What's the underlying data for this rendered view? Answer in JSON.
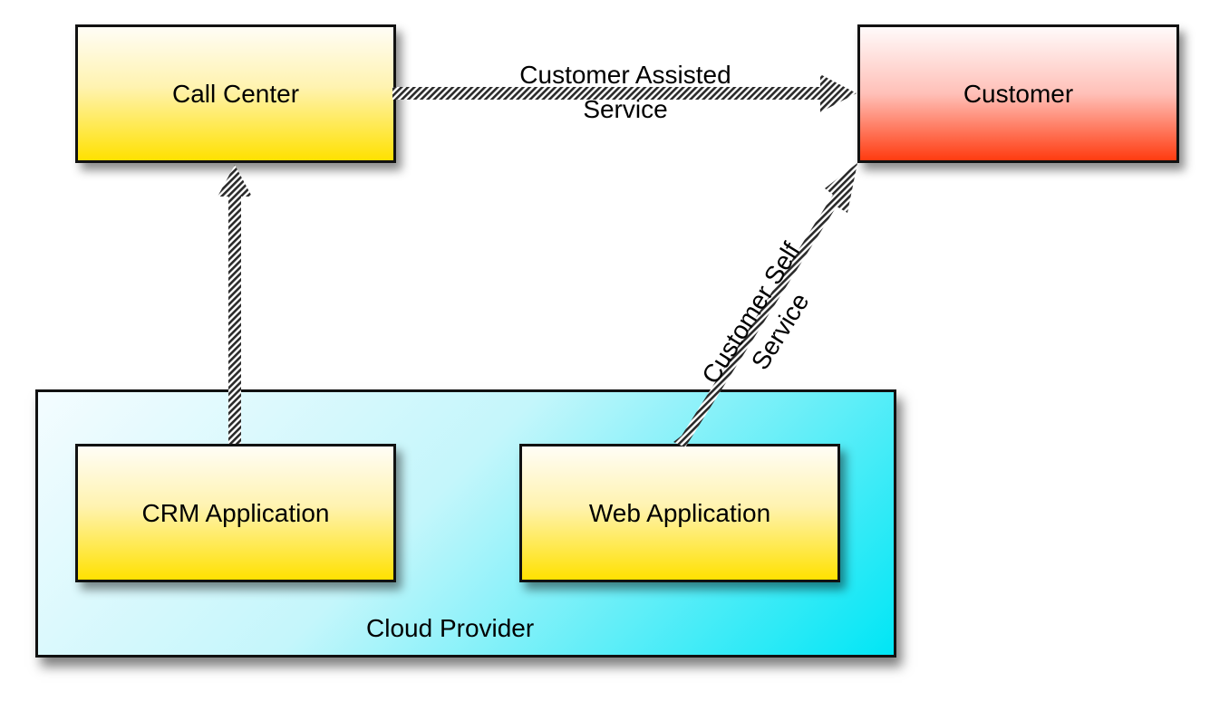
{
  "diagram": {
    "nodes": {
      "call_center": {
        "label": "Call Center",
        "color_top": "#fffdf6",
        "color_bottom": "#ffe100"
      },
      "customer": {
        "label": "Customer",
        "color_top": "#fffafa",
        "color_bottom": "#ff3b10"
      },
      "crm_application": {
        "label": "CRM Application",
        "color_top": "#fffdf6",
        "color_bottom": "#ffe100"
      },
      "web_application": {
        "label": "Web Application",
        "color_top": "#fffdf6",
        "color_bottom": "#ffe100"
      }
    },
    "group": {
      "label": "Cloud Provider",
      "color_top_left": "#f4fcff",
      "color_bottom_right": "#00e6f5"
    },
    "edges": [
      {
        "from": "crm_application",
        "to": "call_center",
        "label": ""
      },
      {
        "from": "call_center",
        "to": "customer",
        "label_line1": "Customer Assisted",
        "label_line2": "Service"
      },
      {
        "from": "web_application",
        "to": "customer",
        "label_line1": "Customer Self",
        "label_line2": "Service"
      }
    ],
    "arrow_style": "hatched"
  }
}
